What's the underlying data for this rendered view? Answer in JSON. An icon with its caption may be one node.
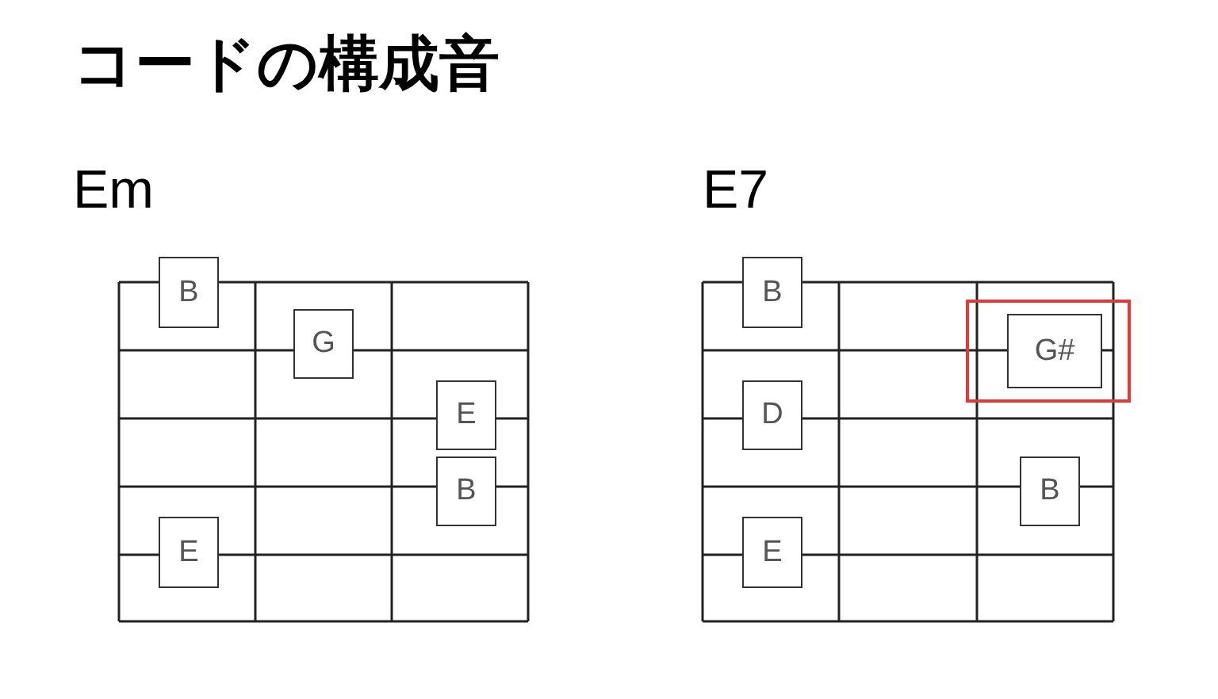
{
  "diagram": {
    "title": "コードの構成音",
    "nodes": [
      {
        "text": [
          "B"
        ]
      },
      {
        "text": [
          "G"
        ]
      },
      {
        "text": [
          "E"
        ]
      },
      {
        "text": [
          "B"
        ]
      },
      {
        "text": [
          "E"
        ]
      },
      {
        "text": [
          "B"
        ]
      },
      {
        "text": [],
        "shape": "box"
      },
      {
        "text": [
          "G#"
        ],
        "in": 6
      },
      {
        "text": [
          "D"
        ]
      },
      {
        "text": [
          "B"
        ]
      },
      {
        "text": [
          "E"
        ]
      }
    ],
    "edges": [],
    "labels": [
      "Em",
      "E7"
    ]
  }
}
